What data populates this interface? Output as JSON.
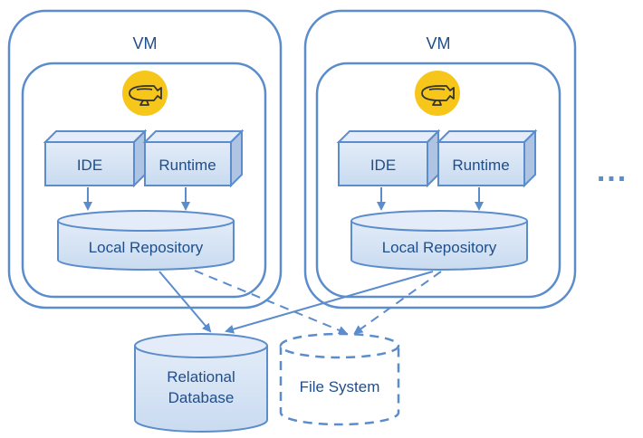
{
  "vms": [
    {
      "label": "VM",
      "ide_label": "IDE",
      "runtime_label": "Runtime",
      "repo_label": "Local Repository",
      "logo_icon": "zeppelin-icon"
    },
    {
      "label": "VM",
      "ide_label": "IDE",
      "runtime_label": "Runtime",
      "repo_label": "Local Repository",
      "logo_icon": "zeppelin-icon"
    }
  ],
  "more_indicator": "...",
  "relational_db": {
    "line1": "Relational",
    "line2": "Database"
  },
  "file_system": {
    "label": "File System"
  },
  "colors": {
    "stroke": "#5b8ccc",
    "fill_light": "#dbe7f6",
    "box_front": "#d3e2f4",
    "box_side": "#aec4e2",
    "logo_yellow": "#f6c61b",
    "text": "#1f4e8a"
  }
}
